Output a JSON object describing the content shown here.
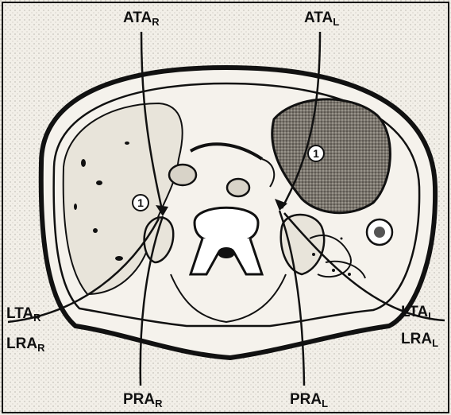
{
  "labels": {
    "ata_right": {
      "base": "ATA",
      "sub": "R"
    },
    "ata_left": {
      "base": "ATA",
      "sub": "L"
    },
    "lta_right": {
      "base": "LTA",
      "sub": "R"
    },
    "lra_right": {
      "base": "LRA",
      "sub": "R"
    },
    "lta_left": {
      "base": "LTA",
      "sub": "L"
    },
    "lra_left": {
      "base": "LRA",
      "sub": "L"
    },
    "pra_right": {
      "base": "PRA",
      "sub": "R"
    },
    "pra_left": {
      "base": "PRA",
      "sub": "L"
    },
    "marker_right": "1",
    "marker_left": "1"
  },
  "colors": {
    "ink": "#111111",
    "paper": "#f4f1ea",
    "tissue": "#e8e4da",
    "stomach": "#6f6a62"
  }
}
